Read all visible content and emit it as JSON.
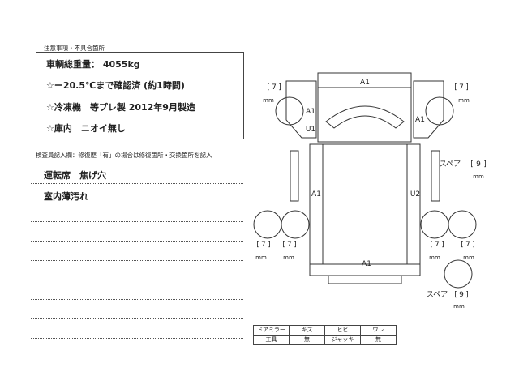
{
  "notes": {
    "title": "注意事項・不具合箇所",
    "lines": [
      "車輌総重量： 4055kg",
      "☆ー20.5℃まで確認済 (約1時間)",
      "☆冷凍機　等プレ製 2012年9月製造",
      "☆庫内　ニオイ無し"
    ]
  },
  "inspection": {
    "title": "検査員記入欄：修復歴「有」の場合は修復箇所・交換箇所を記入",
    "entries": [
      "運転席　焦げ穴",
      "室内薄汚れ"
    ]
  },
  "diagram": {
    "codes": {
      "front_bumper": "A1",
      "cab_left": "A1",
      "cab_left_lower": "U1",
      "cab_right": "A1",
      "body_left": "A1",
      "body_right": "U2",
      "rear": "A1"
    },
    "tires": {
      "front_left": "7",
      "front_right": "7",
      "rear_outer_left": "7",
      "rear_inner_left": "7",
      "rear_inner_right": "7",
      "rear_outer_right": "7",
      "spare_upper": "9",
      "spare_lower": "9"
    },
    "unit": "mm",
    "spare_label": "スペア"
  },
  "legend": {
    "rows": [
      [
        "ドアミラー",
        "キズ",
        "ヒビ",
        "ワレ"
      ],
      [
        "工具",
        "無",
        "ジャッキ",
        "無"
      ]
    ]
  }
}
